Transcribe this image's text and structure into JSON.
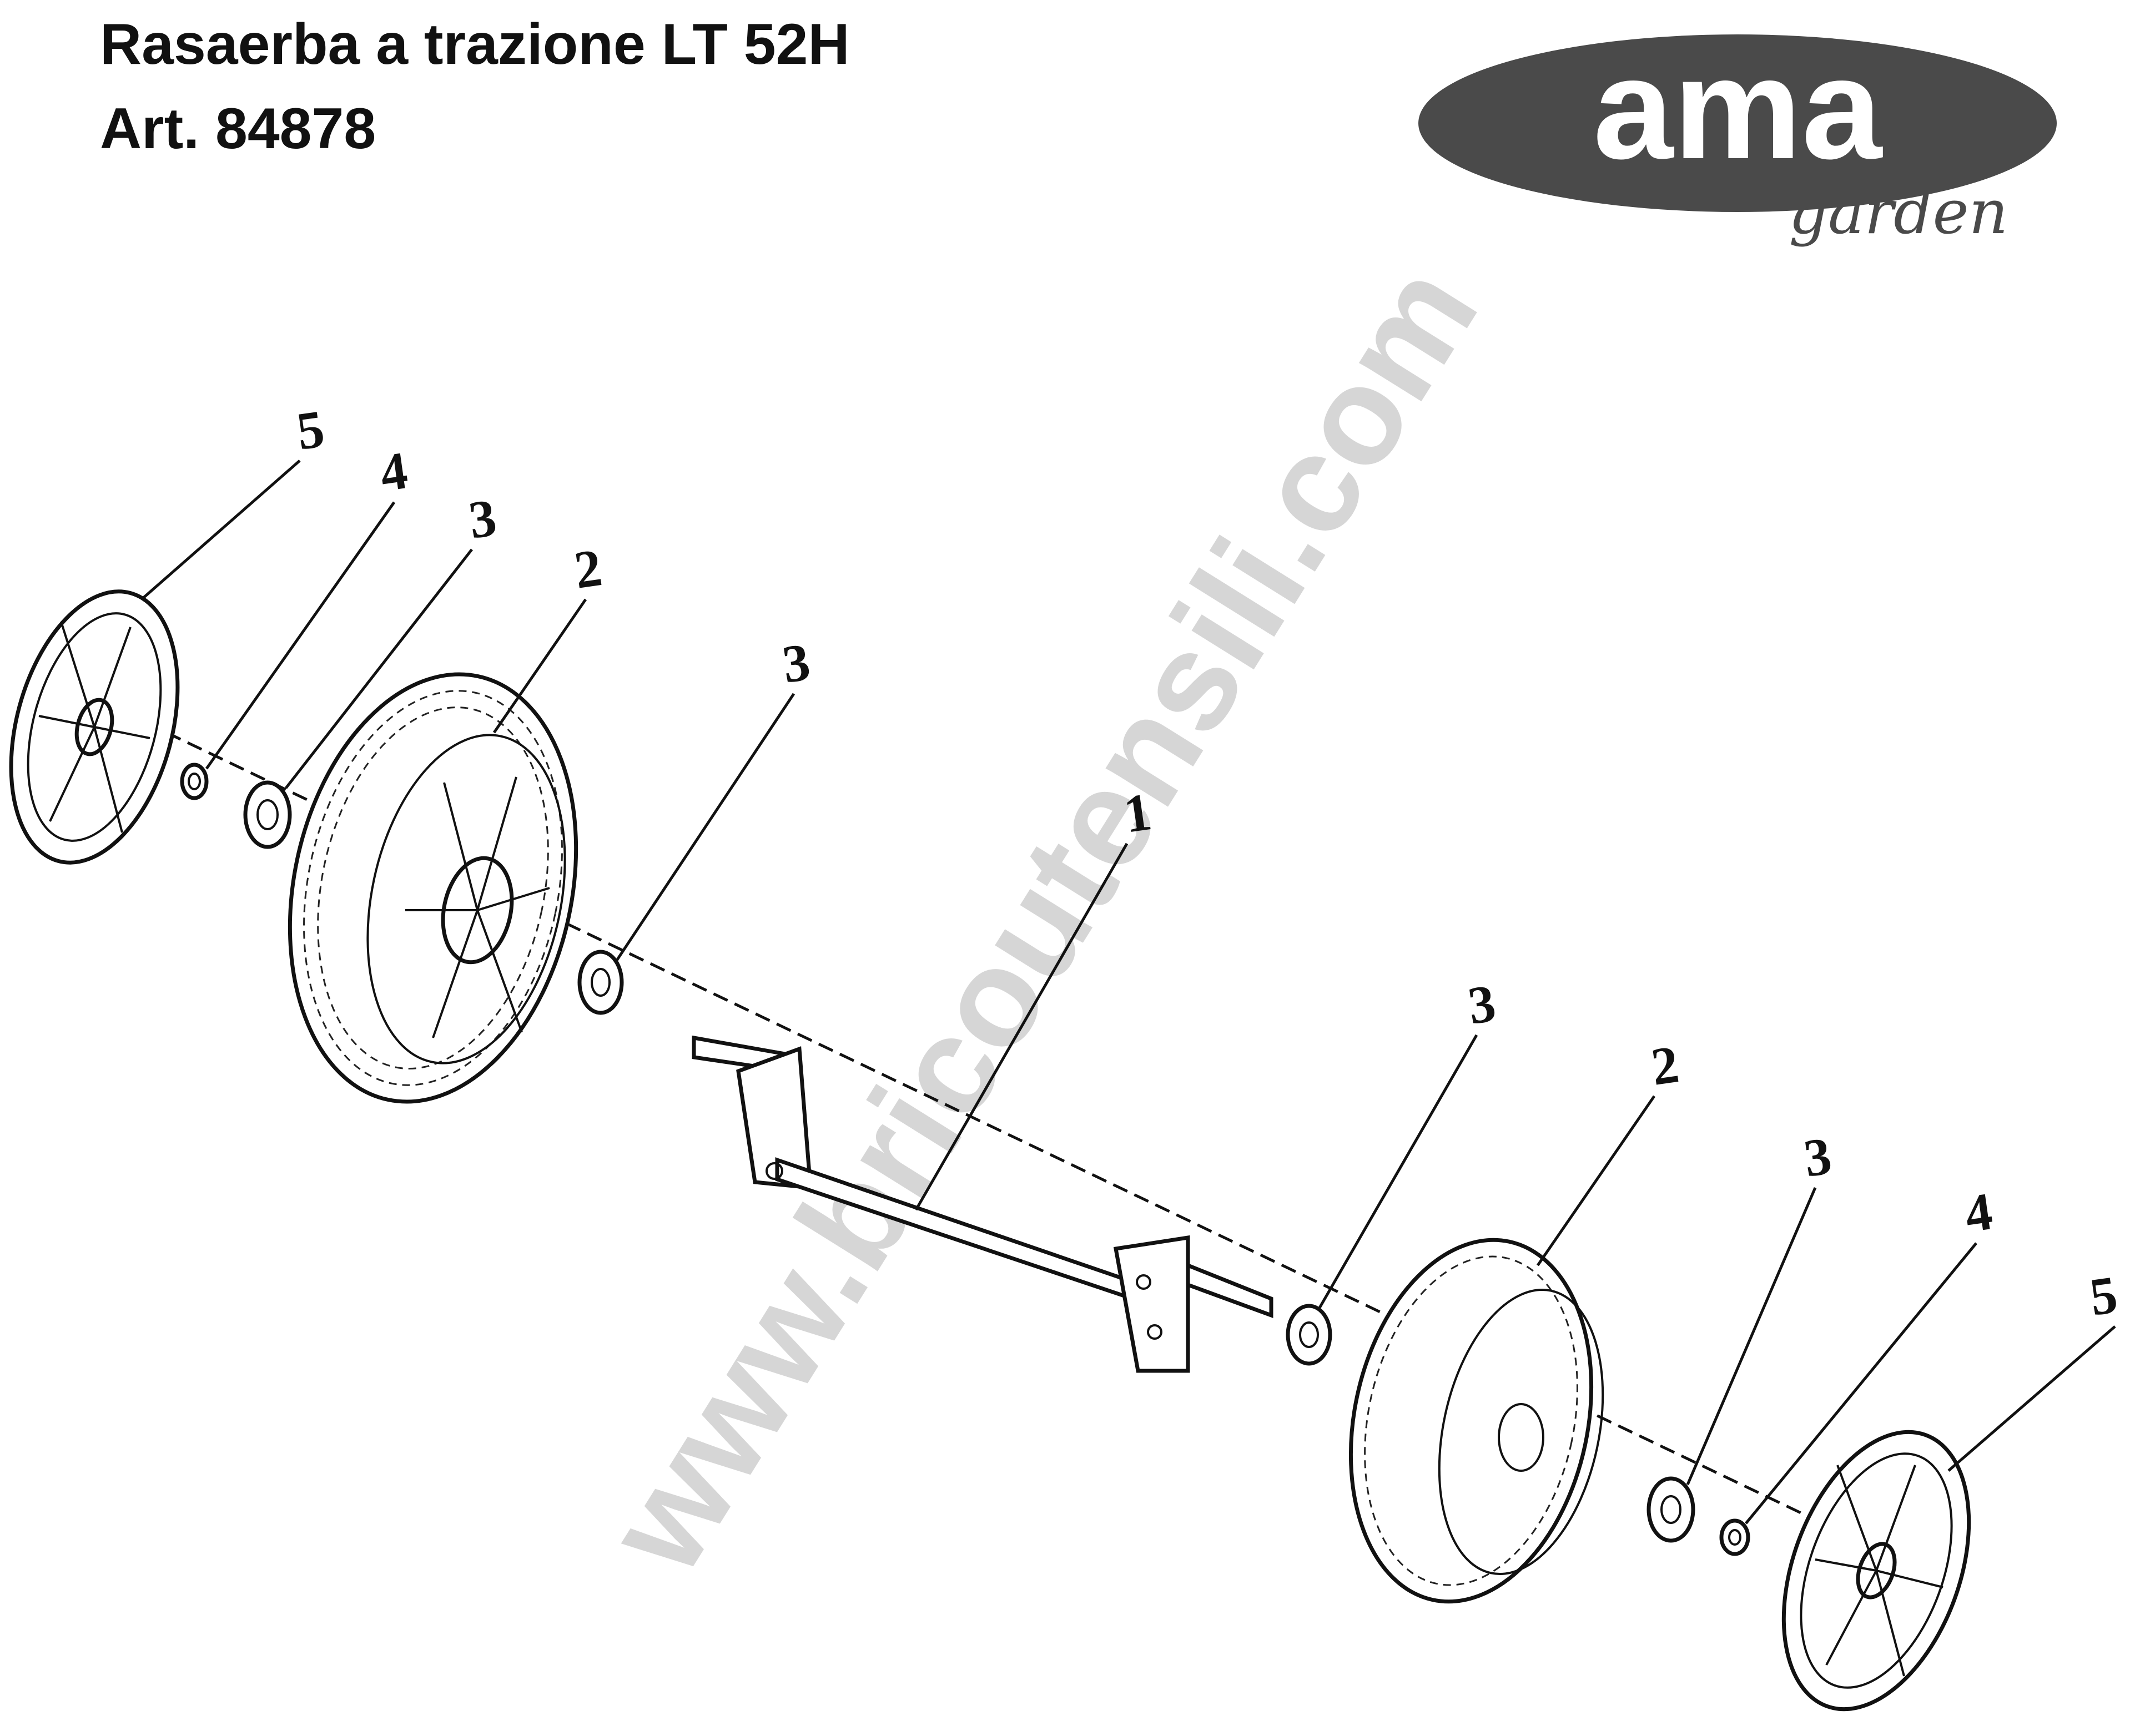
{
  "header": {
    "title": "Rasaerba a trazione LT 52H",
    "article": "Art. 84878"
  },
  "logo": {
    "brand": "ama",
    "tagline": "garden"
  },
  "watermark": "www.bricoutensili.com",
  "callouts": [
    {
      "id": "c5-left",
      "label": "5"
    },
    {
      "id": "c4-left",
      "label": "4"
    },
    {
      "id": "c3-left-a",
      "label": "3"
    },
    {
      "id": "c2-left",
      "label": "2"
    },
    {
      "id": "c3-left-b",
      "label": "3"
    },
    {
      "id": "c1-axle",
      "label": "1"
    },
    {
      "id": "c3-right-a",
      "label": "3"
    },
    {
      "id": "c2-right",
      "label": "2"
    },
    {
      "id": "c3-right-b",
      "label": "3"
    },
    {
      "id": "c4-right",
      "label": "4"
    },
    {
      "id": "c5-right",
      "label": "5"
    }
  ],
  "colors": {
    "logo_fill": "#4a4a4a",
    "logo_text": "#ffffff",
    "ink": "#111111",
    "watermark": "#d6d6d6"
  }
}
